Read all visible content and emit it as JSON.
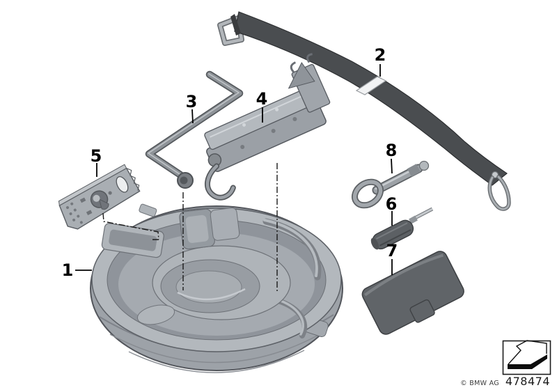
{
  "callouts": [
    {
      "label": "1"
    },
    {
      "label": "2"
    },
    {
      "label": "3"
    },
    {
      "label": "4"
    },
    {
      "label": "5"
    },
    {
      "label": "6"
    },
    {
      "label": "7"
    },
    {
      "label": "8"
    }
  ],
  "footer": {
    "copyright": "© BMW AG",
    "part_number": "478474"
  },
  "icons": {
    "legend": "unfold-direction-arrow-icon"
  },
  "colors": {
    "strap_dark": "#47494c",
    "metal_gray": "#9aa0a6",
    "tray_gray": "#b2b7bc",
    "line_black": "#000000",
    "background": "#ffffff"
  }
}
